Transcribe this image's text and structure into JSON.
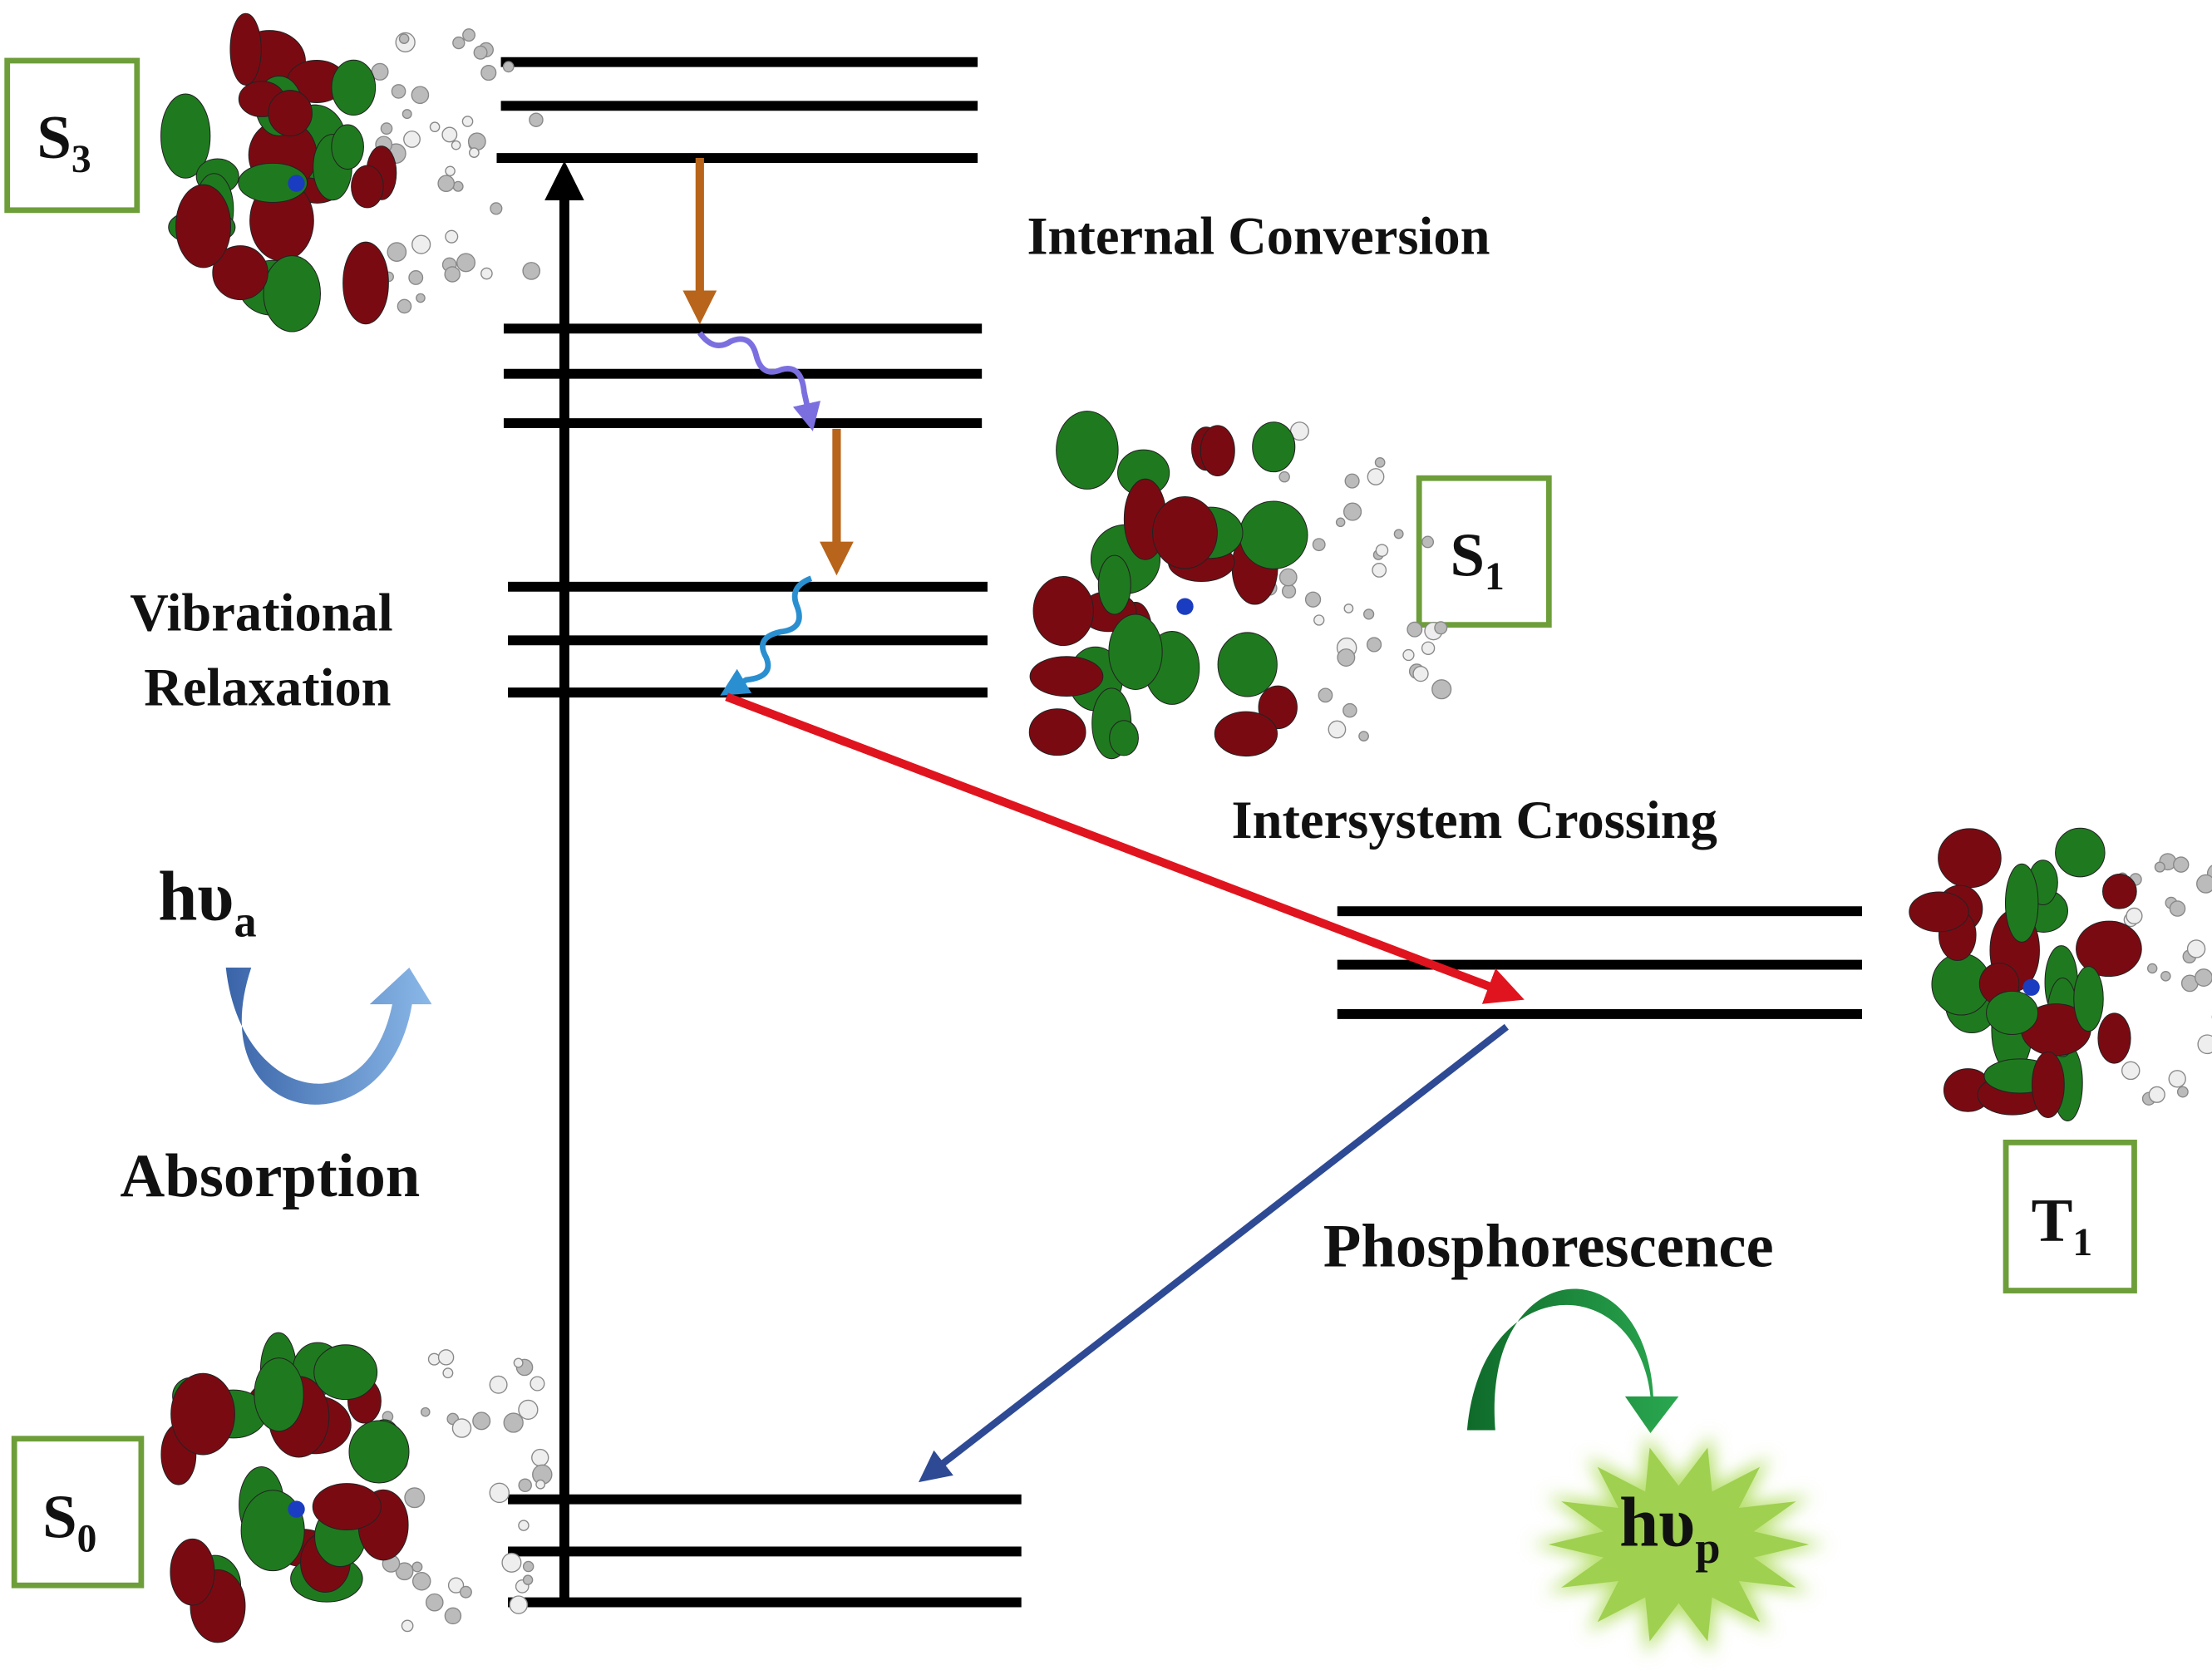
{
  "states": {
    "s3": {
      "letter": "S",
      "sub": "3"
    },
    "s1": {
      "letter": "S",
      "sub": "1"
    },
    "t1": {
      "letter": "T",
      "sub": "1"
    },
    "s0": {
      "letter": "S",
      "sub": "0"
    }
  },
  "labels": {
    "internal_conversion": "Internal Conversion",
    "vibrational": "Vibrational",
    "relaxation": "Relaxation",
    "intersystem_crossing": "Intersystem Crossing",
    "absorption": "Absorption",
    "phosphorescence": "Phosphorescence",
    "hv_a": "hυ",
    "hv_a_sub": "a",
    "hv_p": "hυ",
    "hv_p_sub": "p"
  },
  "colors": {
    "box": "#6d9e3a",
    "internal_conversion_arrow": "#b8641a",
    "vibrational_wave_1": "#7b6fe0",
    "vibrational_wave_2": "#2a8fd0",
    "intersystem_crossing_arrow": "#e0141e",
    "phosphorescence_arrow": "#2e4a94",
    "orbital_positive": "#7a0a12",
    "orbital_negative": "#1f7a1f"
  }
}
